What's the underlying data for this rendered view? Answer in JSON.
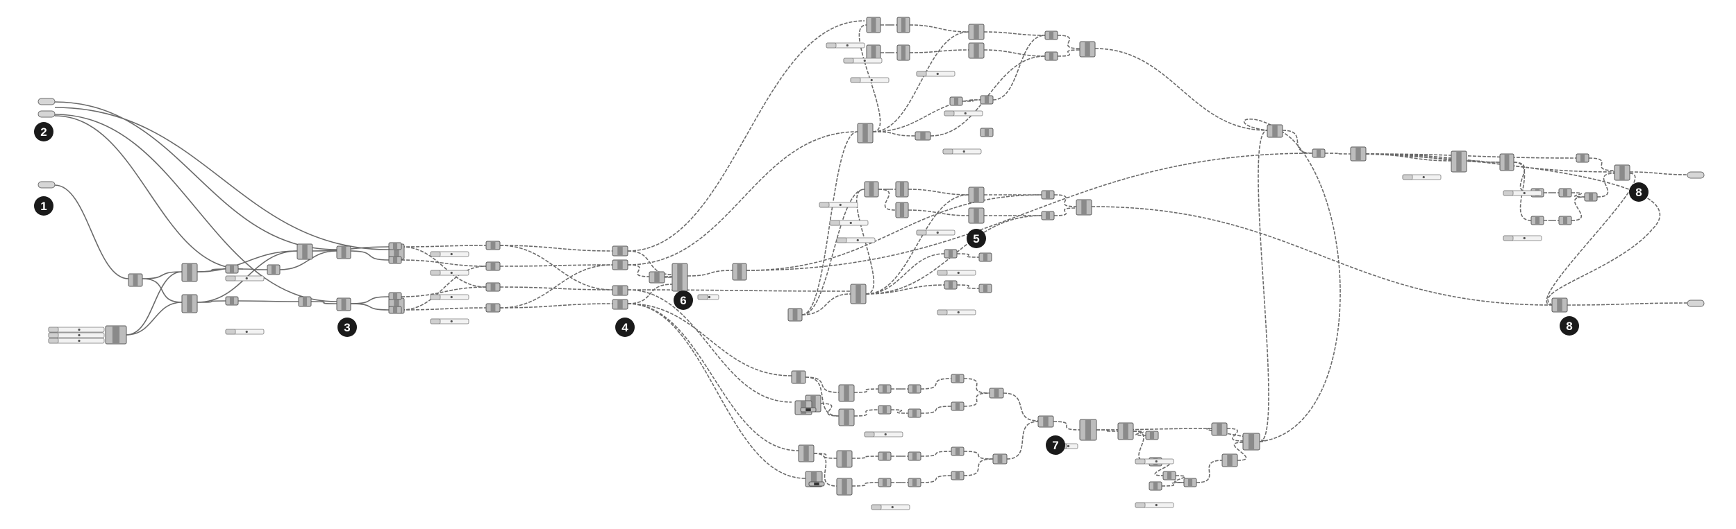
{
  "markers": [
    "1",
    "2",
    "3",
    "4",
    "5",
    "6",
    "7",
    "8",
    "8"
  ],
  "colors": {
    "background": "#ffffff",
    "wire": "#6a6a6a",
    "component_fill": "#bdbdbd",
    "component_dark": "#4a4a4a",
    "slider_fill": "#f2f2f2",
    "marker_fill": "#1a1a1a",
    "marker_text": "#ffffff"
  }
}
